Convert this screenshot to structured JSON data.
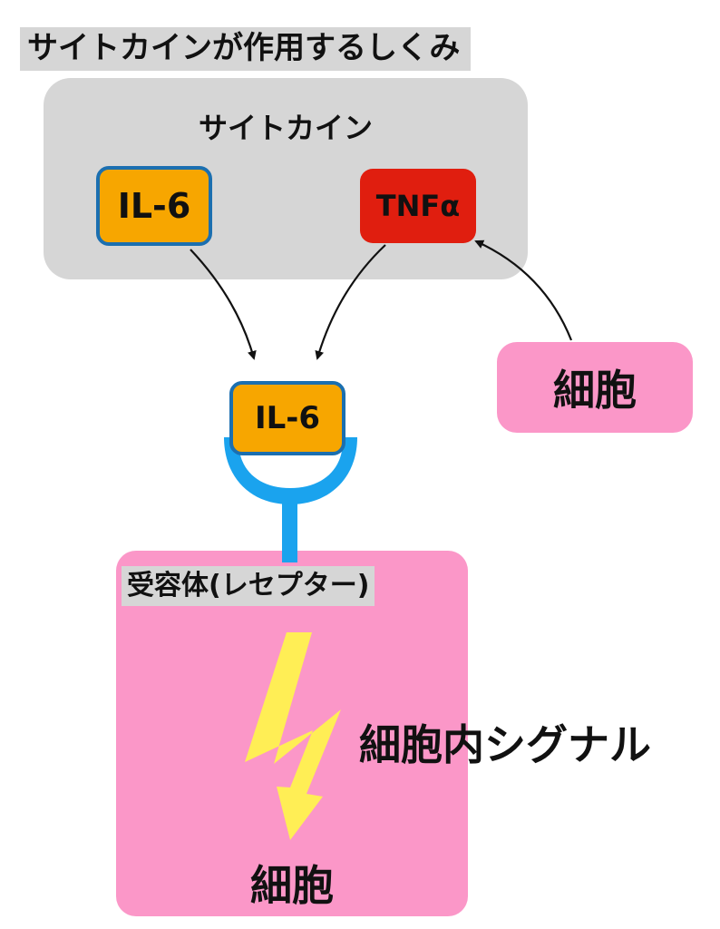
{
  "title": "サイトカインが作用するしくみ",
  "cytokine_group": {
    "label": "サイトカイン",
    "il6_label": "IL-6",
    "tnf_label": "TNFα"
  },
  "source_cell_label": "細胞",
  "bound_ligand_label": "IL-6",
  "receptor_label": "受容体(レセプター)",
  "signal_label": "細胞内シグナル",
  "target_cell_label": "細胞",
  "colors": {
    "il6_fill": "#f7a600",
    "il6_border": "#1b6fb0",
    "tnf_fill": "#e01e0f",
    "cell_fill": "#fb97c8",
    "group_fill": "#d6d6d6",
    "receptor": "#1aa3ee",
    "lightning": "#ffee55"
  },
  "edges": [
    {
      "from": "IL-6",
      "to": "IL-6 (bound)"
    },
    {
      "from": "TNFα",
      "to": "IL-6 (bound)"
    },
    {
      "from": "細胞",
      "to": "TNFα"
    }
  ]
}
